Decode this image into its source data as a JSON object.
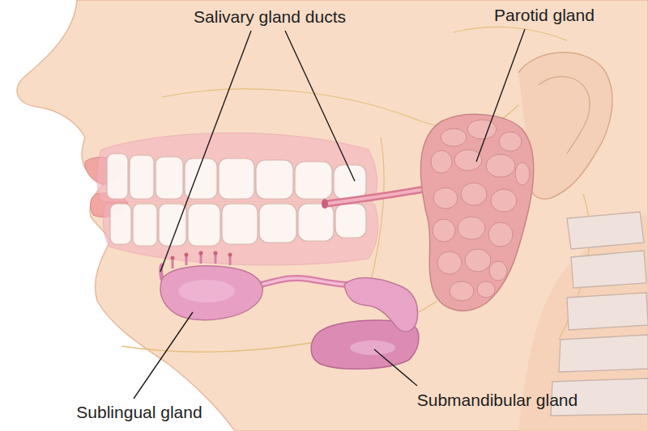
{
  "diagram": {
    "labels": [
      "Salivary gland ducts",
      "Parotid gland",
      "Sublingual gland",
      "Submandibular gland"
    ]
  }
}
